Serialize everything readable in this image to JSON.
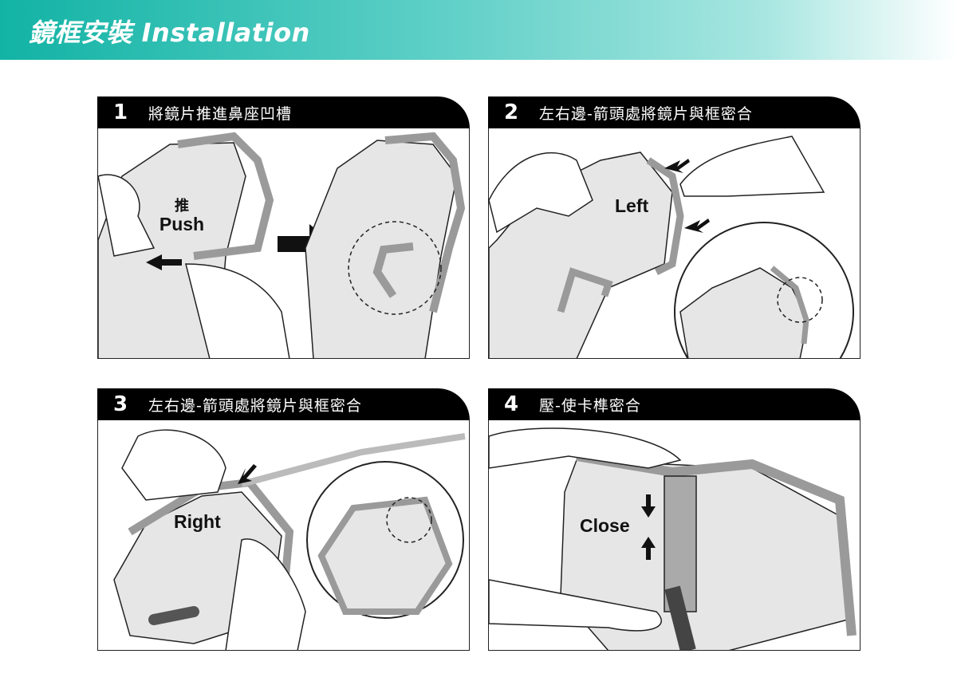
{
  "header": {
    "title": "鏡框安裝 Installation"
  },
  "steps": [
    {
      "number": "1",
      "title": "將鏡片推進鼻座凹槽",
      "label_cn": "推",
      "label": "Push"
    },
    {
      "number": "2",
      "title": "左右邊-箭頭處將鏡片與框密合",
      "label": "Left"
    },
    {
      "number": "3",
      "title": "左右邊-箭頭處將鏡片與框密合",
      "label": "Right"
    },
    {
      "number": "4",
      "title": "壓-使卡榫密合",
      "label": "Close"
    }
  ],
  "colors": {
    "accent": "#12b3a5",
    "lens": "#e6e6e6",
    "frame": "#9a9a9a"
  }
}
